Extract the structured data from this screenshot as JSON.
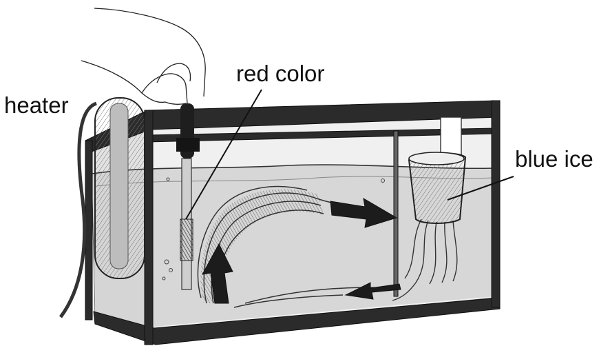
{
  "labels": {
    "heater": "heater",
    "red_color": "red color",
    "blue_ice": "blue ice"
  }
}
